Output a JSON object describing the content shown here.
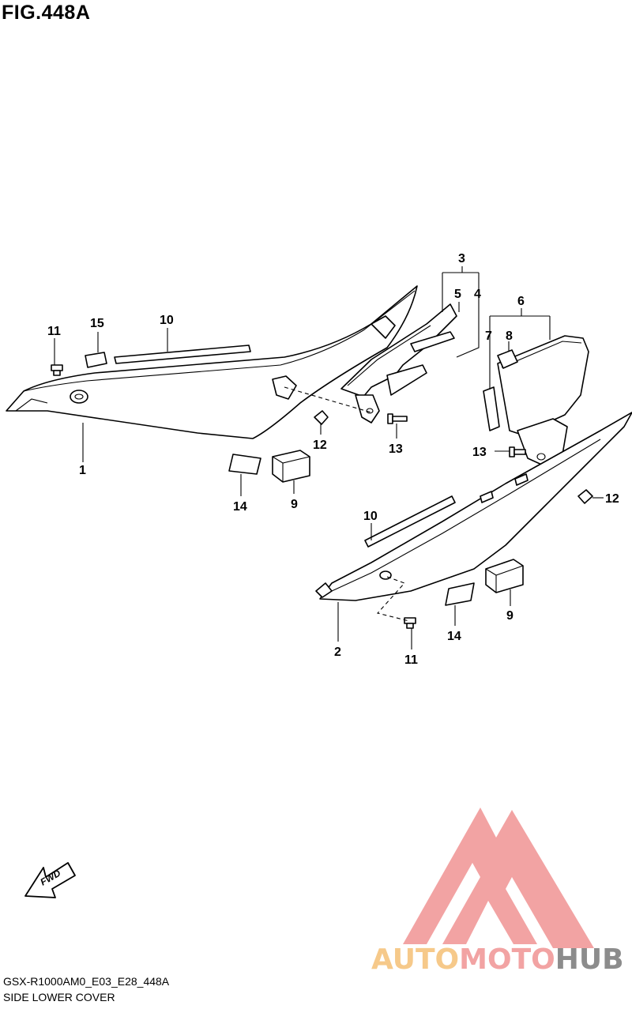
{
  "figure": {
    "title": "FIG.448A"
  },
  "callouts": {
    "c1": "1",
    "c2": "2",
    "c3": "3",
    "c4": "4",
    "c5": "5",
    "c6": "6",
    "c7": "7",
    "c8": "8",
    "c9a": "9",
    "c9b": "9",
    "c10a": "10",
    "c10b": "10",
    "c11a": "11",
    "c11b": "11",
    "c12a": "12",
    "c12b": "12",
    "c13a": "13",
    "c13b": "13",
    "c14a": "14",
    "c14b": "14",
    "c15": "15"
  },
  "fwd_label": "FWD",
  "footer": {
    "model_code": "GSX-R1000AM0_E03_E28_448A",
    "section_name": "SIDE LOWER COVER"
  },
  "watermark": {
    "part1": "AUTO",
    "part2": "MOTO",
    "part3": "HUB",
    "color1": "#f6c98a",
    "color2": "#f2a3a3",
    "color3": "#8c8c8c"
  }
}
